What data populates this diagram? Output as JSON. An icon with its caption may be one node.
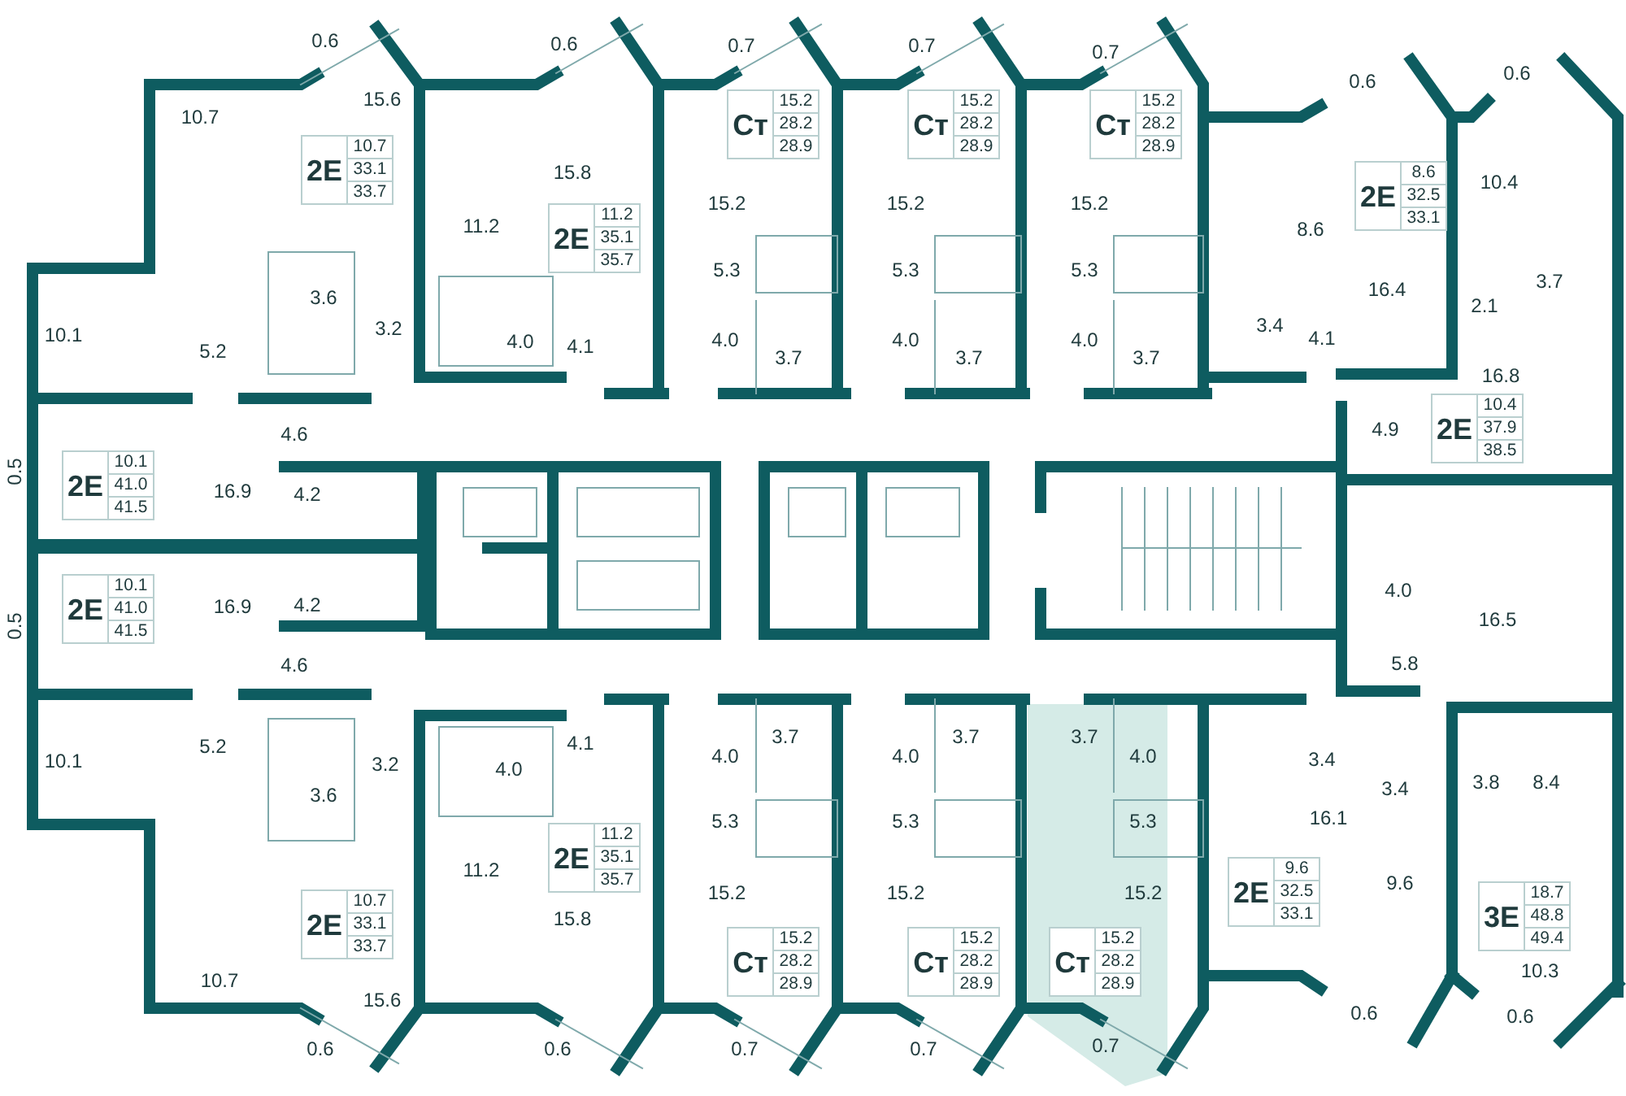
{
  "diagram": {
    "nodes": [
      {
        "text": [
          "Ст",
          "15.2",
          "28.2",
          "28.9"
        ]
      },
      {
        "text": [
          "Ст",
          "15.2",
          "28.2",
          "28.9"
        ]
      },
      {
        "text": [
          "Ст",
          "15.2",
          "28.2",
          "28.9"
        ]
      },
      {
        "text": [
          "2Е",
          "10.7",
          "33.1",
          "33.7"
        ]
      },
      {
        "text": [
          "2Е",
          "8.6",
          "32.5",
          "33.1"
        ]
      },
      {
        "text": [
          "2Е",
          "11.2",
          "35.1",
          "35.7"
        ]
      },
      {
        "text": [
          "2Е",
          "10.4",
          "37.9",
          "38.5"
        ]
      },
      {
        "text": [
          "2Е",
          "10.1",
          "41.0",
          "41.5"
        ]
      },
      {
        "text": [
          "2Е",
          "10.1",
          "41.0",
          "41.5"
        ]
      },
      {
        "text": [
          "2Е",
          "11.2",
          "35.1",
          "35.7"
        ]
      },
      {
        "text": [
          "2Е",
          "9.6",
          "32.5",
          "33.1"
        ]
      },
      {
        "text": [
          "3Е",
          "18.7",
          "48.8",
          "49.4"
        ]
      },
      {
        "text": [
          "2Е",
          "10.7",
          "33.1",
          "33.7"
        ]
      },
      {
        "text": [
          "Ст",
          "15.2",
          "28.2",
          "28.9"
        ]
      },
      {
        "text": [
          "Ст",
          "15.2",
          "28.2",
          "28.9"
        ]
      },
      {
        "text": [
          "Ст",
          "15.2",
          "28.2",
          "28.9"
        ]
      }
    ],
    "labels": [
      "0.6",
      "0.6",
      "0.7",
      "0.7",
      "0.7",
      "0.6",
      "0.6",
      "10.7",
      "15.6",
      "15.8",
      "15.2",
      "15.2",
      "15.2",
      "10.4",
      "11.2",
      "8.6",
      "5.3",
      "5.3",
      "5.3",
      "3.6",
      "16.4",
      "2.1",
      "3.7",
      "10.1",
      "5.2",
      "3.2",
      "4.0",
      "4.1",
      "4.0",
      "4.0",
      "4.0",
      "3.4",
      "4.1",
      "3.7",
      "3.7",
      "3.7",
      "16.8",
      "4.6",
      "4.9",
      "0.5",
      "16.9",
      "4.2",
      "16.9",
      "4.2",
      "4.0",
      "16.5",
      "0.5",
      "4.6",
      "5.8",
      "10.1",
      "5.2",
      "3.2",
      "4.0",
      "4.1",
      "4.0",
      "3.7",
      "4.0",
      "3.7",
      "3.7",
      "4.0",
      "3.4",
      "3.6",
      "3.4",
      "3.8",
      "8.4",
      "5.3",
      "5.3",
      "5.3",
      "16.1",
      "11.2",
      "15.2",
      "15.2",
      "15.2",
      "9.6",
      "15.8",
      "10.7",
      "15.6",
      "10.3",
      "0.6",
      "0.6",
      "0.7",
      "0.7",
      "0.7",
      "0.6",
      "0.6"
    ]
  }
}
